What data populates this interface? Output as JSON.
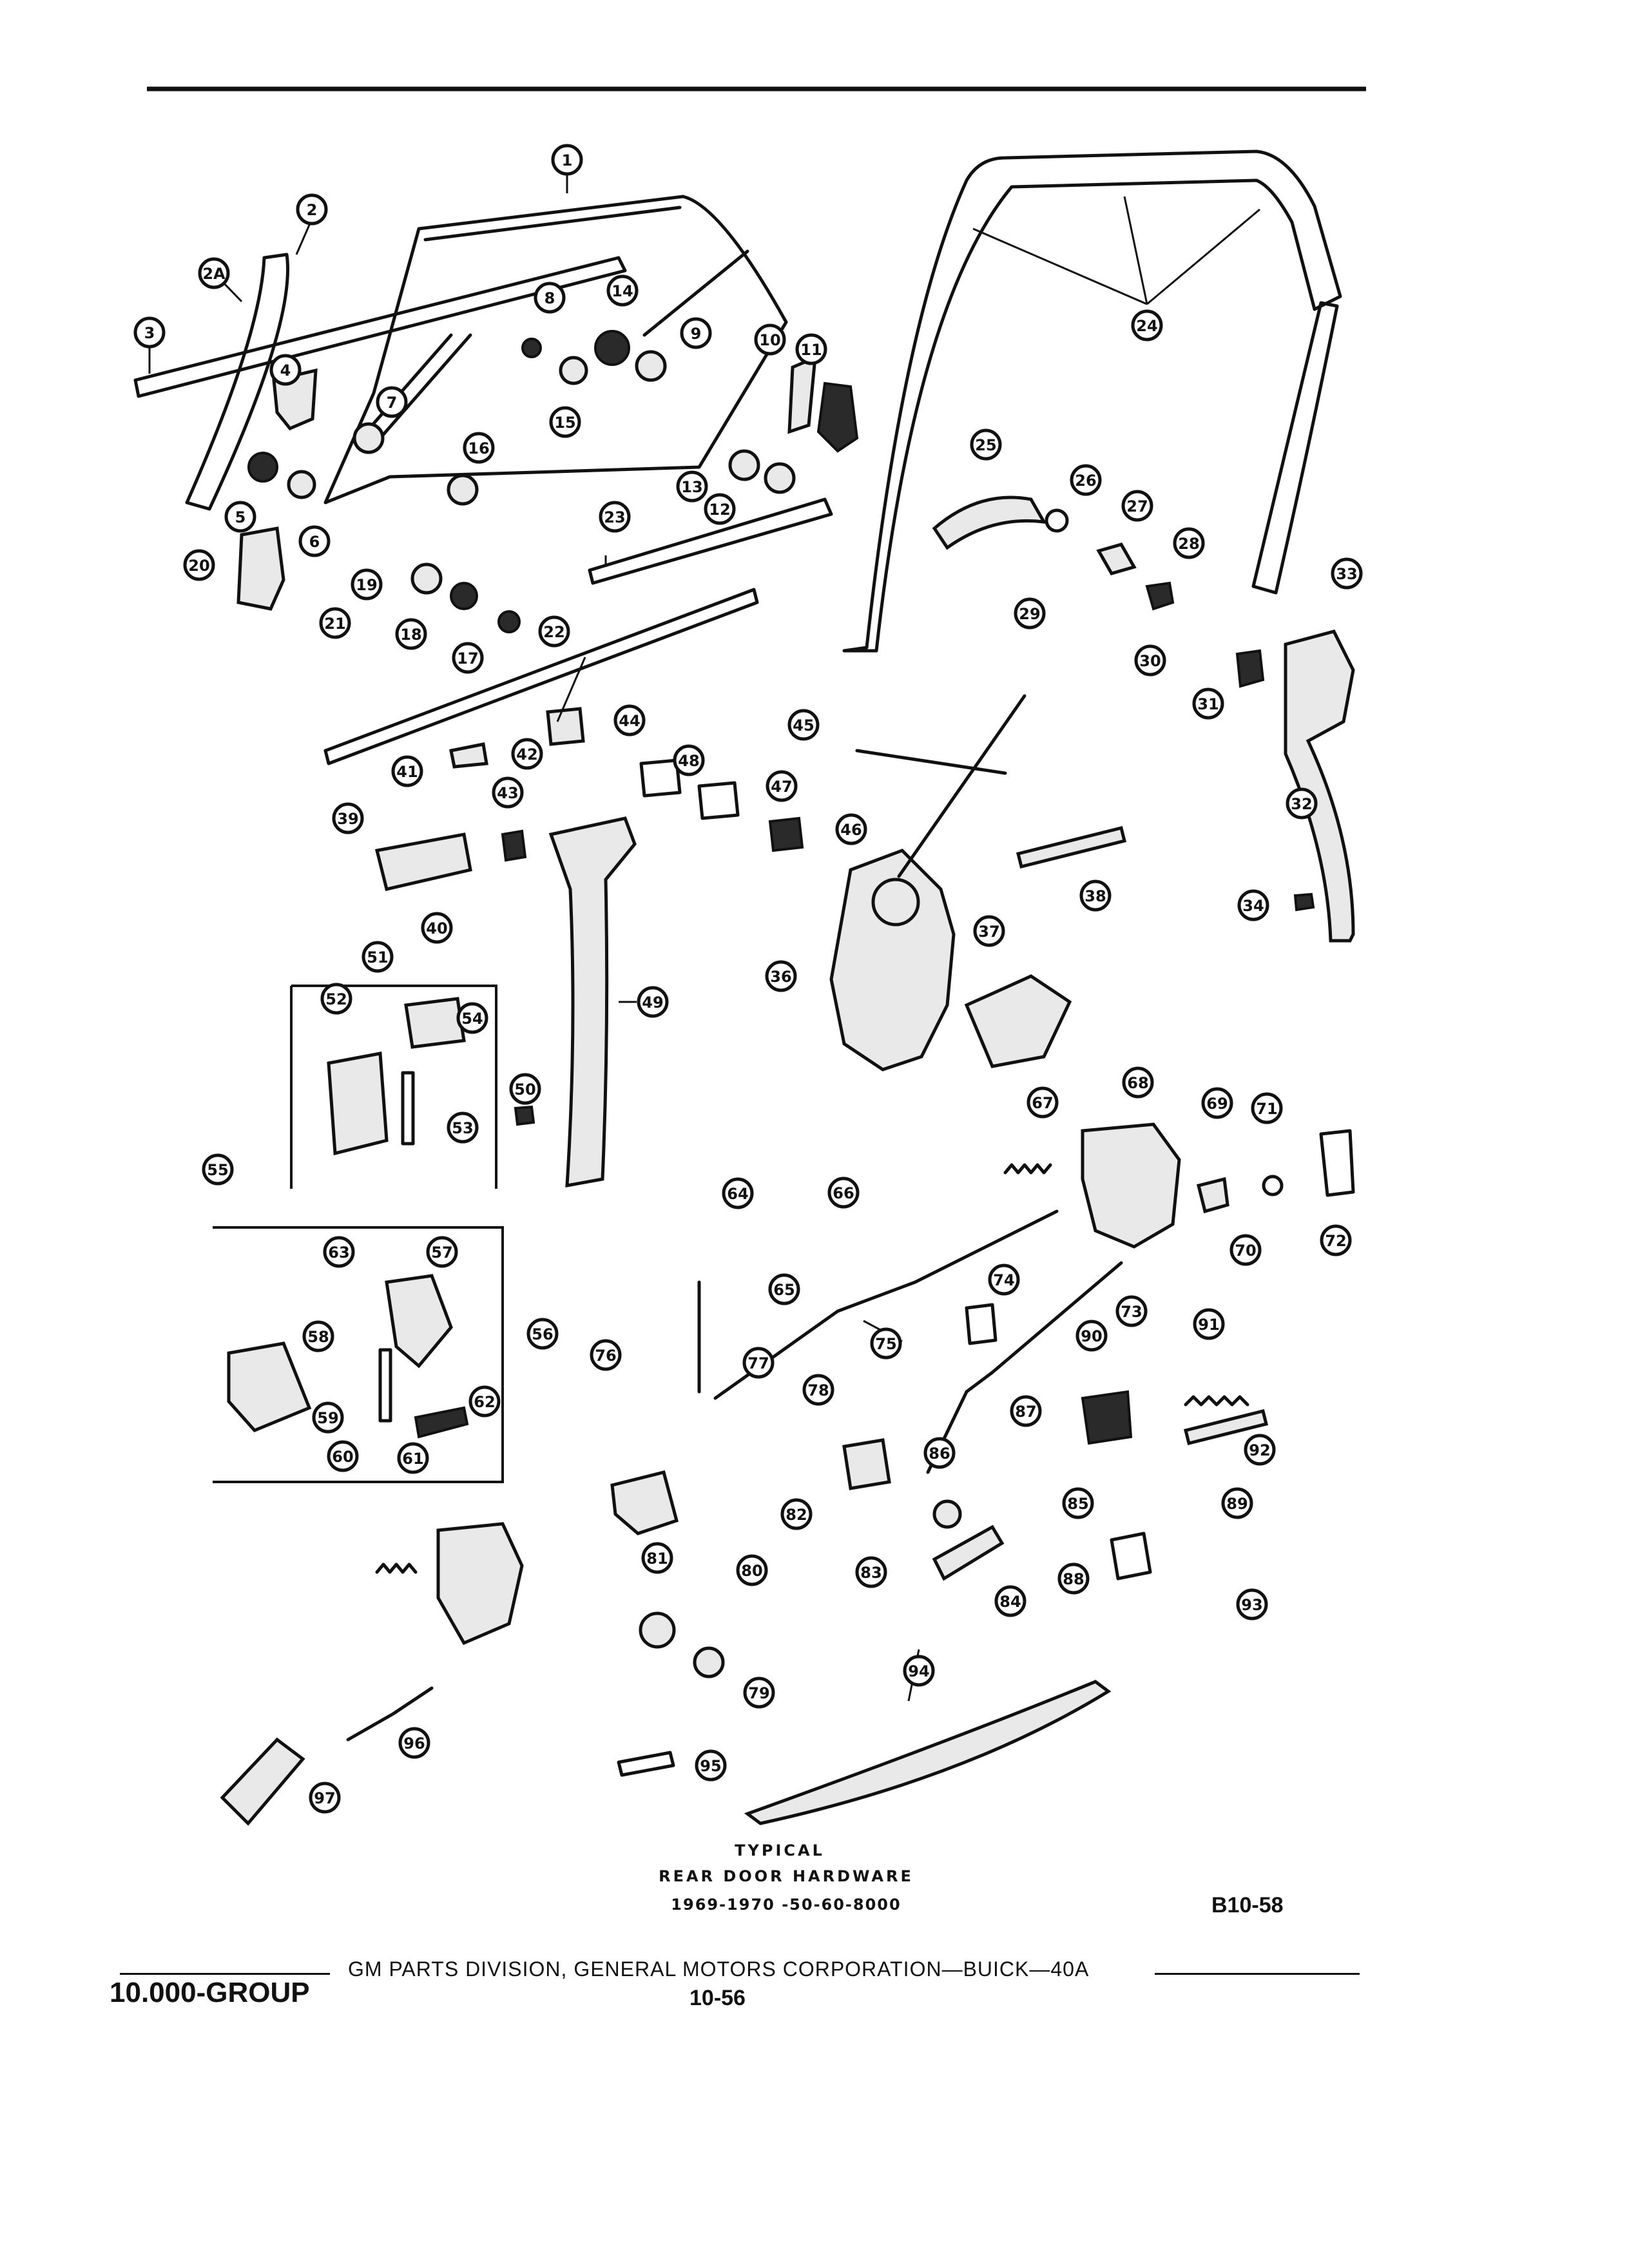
{
  "caption": {
    "line1": "TYPICAL",
    "line2": "REAR DOOR HARDWARE",
    "line3": "1969-1970 -50-60-8000"
  },
  "figure_code": "B10-58",
  "footer": {
    "group": "10.000-GROUP",
    "division": "GM PARTS DIVISION, GENERAL MOTORS CORPORATION—BUICK—40A",
    "page": "10-56"
  },
  "callouts": [
    "1",
    "2",
    "2A",
    "3",
    "4",
    "5",
    "6",
    "7",
    "8",
    "9",
    "10",
    "11",
    "12",
    "13",
    "14",
    "15",
    "16",
    "17",
    "18",
    "19",
    "20",
    "21",
    "22",
    "23",
    "24",
    "25",
    "26",
    "27",
    "28",
    "29",
    "30",
    "31",
    "32",
    "33",
    "34",
    "36",
    "37",
    "38",
    "39",
    "40",
    "41",
    "42",
    "43",
    "44",
    "45",
    "46",
    "47",
    "48",
    "49",
    "50",
    "51",
    "52",
    "53",
    "54",
    "55",
    "56",
    "57",
    "58",
    "59",
    "60",
    "61",
    "62",
    "63",
    "64",
    "65",
    "66",
    "67",
    "68",
    "69",
    "70",
    "71",
    "72",
    "73",
    "74",
    "75",
    "76",
    "77",
    "78",
    "79",
    "80",
    "81",
    "82",
    "83",
    "84",
    "85",
    "86",
    "87",
    "88",
    "89",
    "90",
    "91",
    "92",
    "93",
    "94",
    "95",
    "96",
    "97"
  ]
}
